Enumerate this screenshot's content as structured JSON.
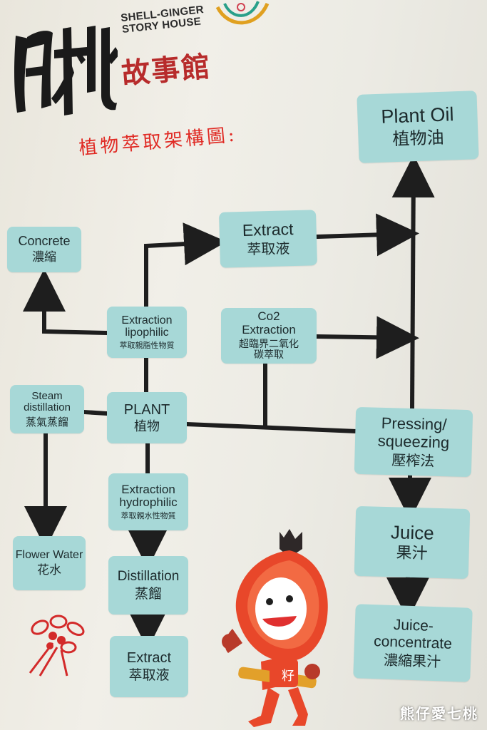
{
  "brand": {
    "name_en_line1": "SHELL-GINGER",
    "name_en_line2": "STORY HOUSE",
    "name_zh": "故事館",
    "logo_text": "月桃"
  },
  "chart_title": "植物萃取架構圖:",
  "nodes": {
    "plant_oil": {
      "en": "Plant Oil",
      "zh": "植物油"
    },
    "extract_top": {
      "en": "Extract",
      "zh": "萃取液"
    },
    "concrete": {
      "en": "Concrete",
      "zh": "濃縮"
    },
    "extraction_lipophilic": {
      "en": "Extraction lipophilic",
      "zh": "萃取親脂性物質"
    },
    "co2_extraction": {
      "en": "Co2 Extraction",
      "zh": "超臨界二氧化碳萃取"
    },
    "steam_distillation": {
      "en": "Steam distillation",
      "zh": "蒸氣蒸餾"
    },
    "plant": {
      "en": "PLANT",
      "zh": "植物"
    },
    "pressing": {
      "en": "Pressing/ squeezing",
      "zh": "壓榨法"
    },
    "extraction_hydrophilic": {
      "en": "Extraction hydrophilic",
      "zh": "萃取親水性物質"
    },
    "flower_water": {
      "en": "Flower Water",
      "zh": "花水"
    },
    "distillation": {
      "en": "Distillation",
      "zh": "蒸餾"
    },
    "juice": {
      "en": "Juice",
      "zh": "果汁"
    },
    "extract_bottom": {
      "en": "Extract",
      "zh": "萃取液"
    },
    "juice_concentrate": {
      "en": "Juice-concentrate",
      "zh": "濃縮果汁"
    }
  },
  "colors": {
    "node_fill": "#a7d8d7",
    "wire": "#1e1e1e",
    "title_red": "#e02a24",
    "brand_red": "#b72b2b",
    "mascot_orange": "#e8472a"
  },
  "mascot_badge": "籽",
  "watermark": "熊仔愛七桃"
}
